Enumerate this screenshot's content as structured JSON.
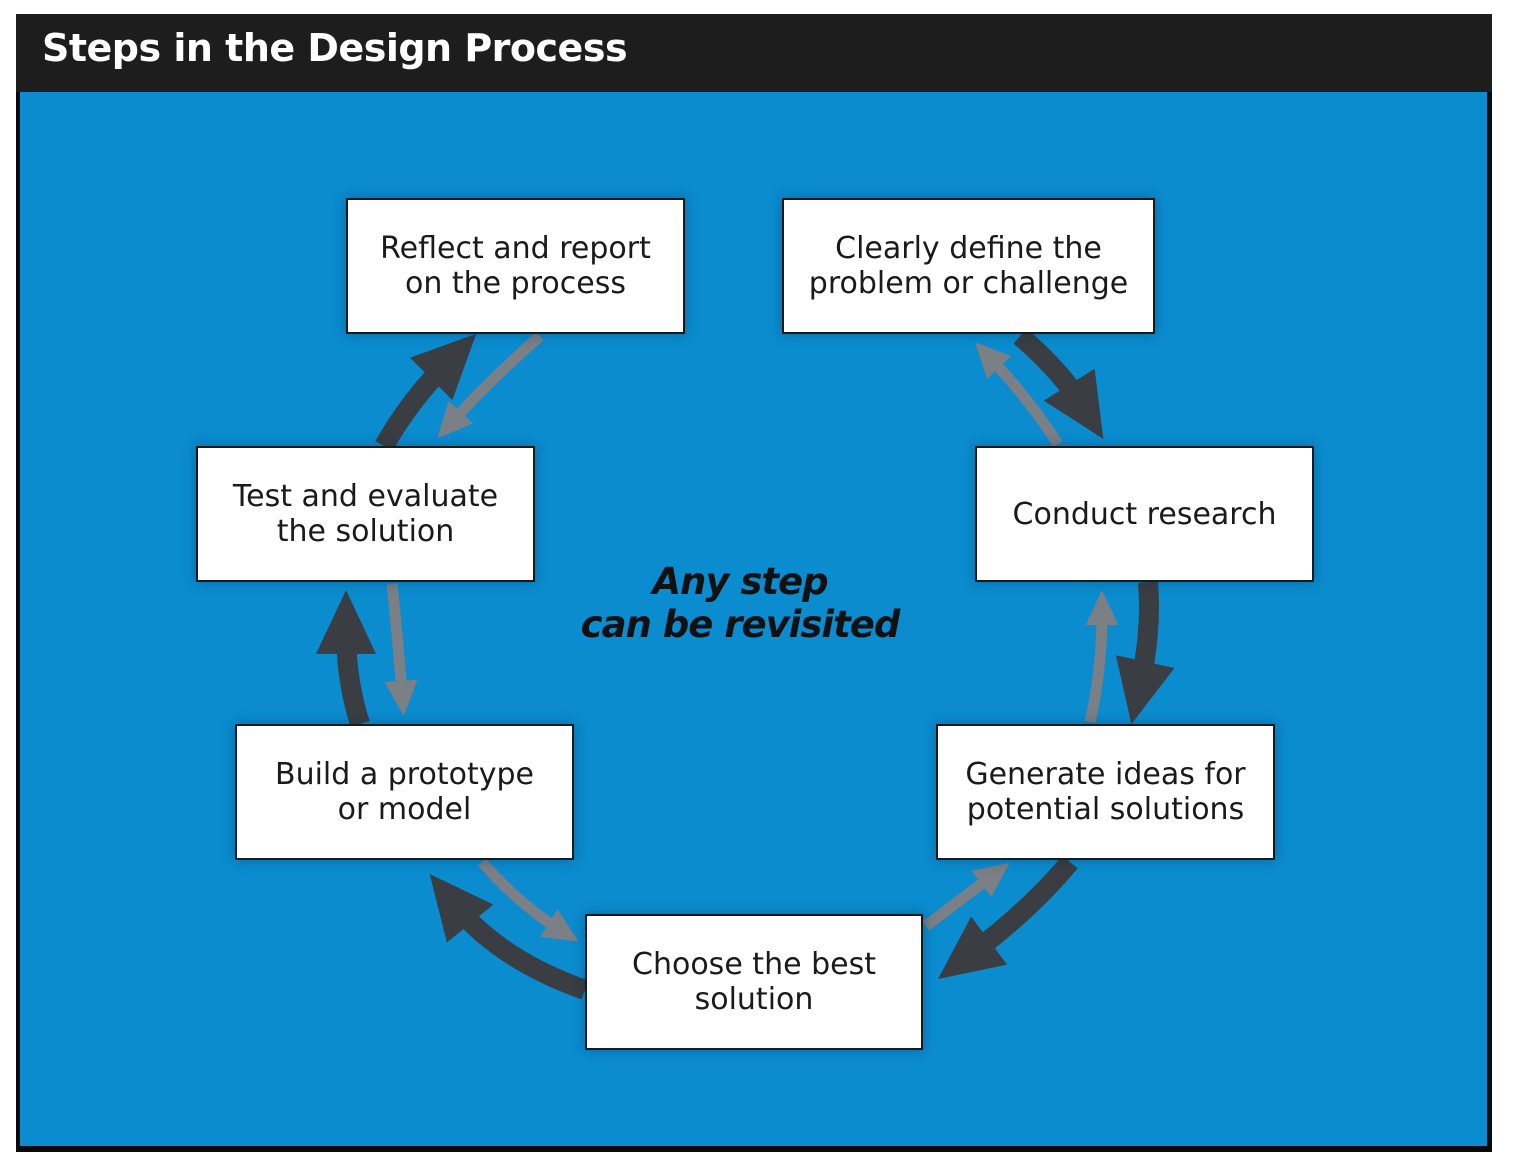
{
  "title": "Steps in the Design Process",
  "steps": [
    {
      "label": "Clearly define the\nproblem or challenge"
    },
    {
      "label": "Conduct research"
    },
    {
      "label": "Generate ideas for\npotential solutions"
    },
    {
      "label": "Choose the best\nsolution"
    },
    {
      "label": "Build a prototype\nor model"
    },
    {
      "label": "Test and evaluate\nthe solution"
    },
    {
      "label": "Reflect and report\non the process"
    }
  ],
  "center_note": "Any step\ncan be revisited",
  "colors": {
    "background": "#0a8ccf",
    "title_bar": "#1d1d1d",
    "forward_arrow": "#3a3d42",
    "back_arrow": "#7b7f86"
  }
}
